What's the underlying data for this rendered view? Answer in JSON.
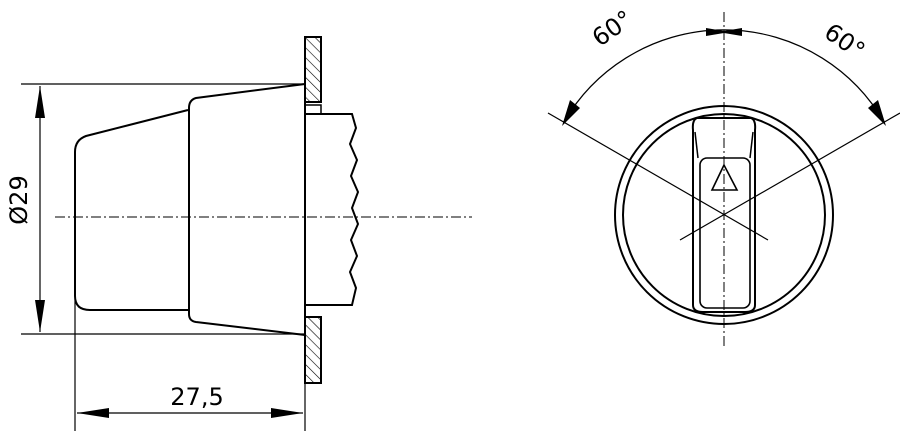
{
  "side_view": {
    "diameter_label": "Ø29",
    "length_label": "27,5"
  },
  "front_view": {
    "angle_left_label": "60°",
    "angle_right_label": "60°"
  },
  "colors": {
    "line": "#000000",
    "background": "#ffffff"
  }
}
